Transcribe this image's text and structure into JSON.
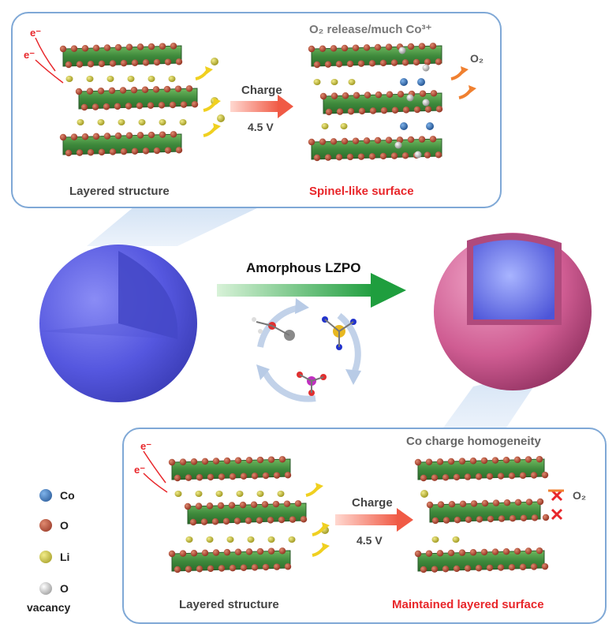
{
  "top_panel": {
    "left_caption": "Layered structure",
    "right_caption": "Spinel-like surface",
    "header_text": "O₂ release/much Co³⁺",
    "arrow_label_top": "Charge",
    "arrow_label_bottom": "4.5 V",
    "gas_label": "O₂",
    "electron_label": "e⁻"
  },
  "middle": {
    "process_label": "Amorphous LZPO"
  },
  "bottom_panel": {
    "left_caption": "Layered structure",
    "right_caption": "Maintained layered surface",
    "header_text": "Co charge homogeneity",
    "arrow_label_top": "Charge",
    "arrow_label_bottom": "4.5 V",
    "gas_label": "O₂",
    "electron_label": "e⁻"
  },
  "legend": [
    {
      "label": "Co",
      "color": "#2f6fb4"
    },
    {
      "label": "O",
      "color": "#b0452e"
    },
    {
      "label": "Li",
      "color": "#c9c23a"
    },
    {
      "label": "O",
      "sublabel": "vacancy",
      "color": "#b8b8b8"
    }
  ],
  "colors": {
    "panel_border": "#7fa8d6",
    "slab_green": "#3f8a3c",
    "sphere_blue": "#5a5ce0",
    "shell_pink": "#c9588f",
    "arrow_red": "#f0705a",
    "arrow_green": "#2eaa4a"
  }
}
